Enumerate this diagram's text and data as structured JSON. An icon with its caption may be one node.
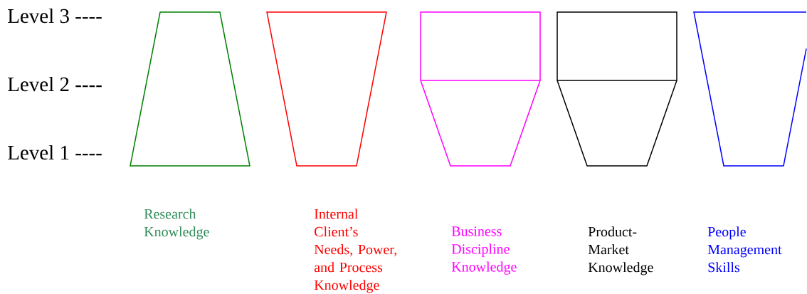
{
  "diagram": {
    "nodes": [
      {
        "text": [],
        "shape": "trapezoid"
      },
      {
        "text": [],
        "shape": "funnel"
      },
      {
        "text": [],
        "shape": "box"
      },
      {
        "text": [],
        "shape": "box"
      },
      {
        "text": [],
        "shape": "funnel"
      }
    ],
    "labels": [
      "Level 3 ----",
      "Level 2 ----",
      "Level 1 ----",
      "Research Knowledge",
      "Internal Client’s Needs, Power, and Process Knowledge",
      "Business Discipline Knowledge",
      "Product-Market Knowledge",
      "People Management Skills"
    ]
  }
}
